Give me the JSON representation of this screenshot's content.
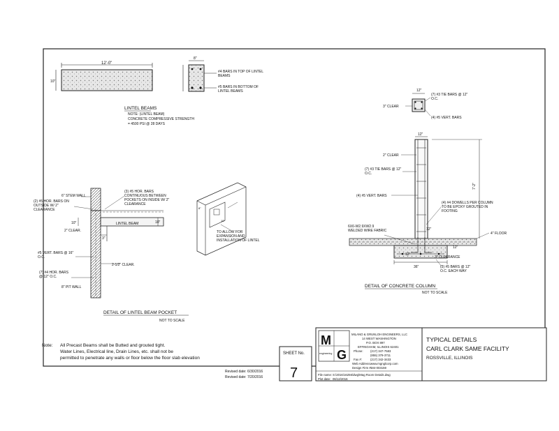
{
  "lintel": {
    "length": "12'-0\"",
    "height": "10\"",
    "width": "8\"",
    "bars_top": "#4 BARS IN TOP OF LINTEL BEAMS",
    "bars_bottom": "#5 BARS IN BOTTOM OF LINTEL BEAMS",
    "title": "LINTEL BEAMS",
    "note_1": "NOTE: (LINTEL BEAM)",
    "note_2": "CONCRETE COMPRESSIVE STRENGTH",
    "note_3": "= 4500 PSI @ 28 DAYS"
  },
  "pocket": {
    "stem_wall": "6\" STEM WALL",
    "hor_bars_left": "(2) #5 HOR. BARS ON OUTSIDE W/ 2\" CLEARANCE",
    "hor_bars_right": "(3) #5 HOR. BARS CONTINUOUS BETWEEN POCKETS ON INSIDE W/ 2\" CLEARANCE",
    "clear": "2\" CLEAR.",
    "lintel_beam": "LINTEL BEAM",
    "vert_bars": "#5 VERT. BARS @ 16\" O.C.",
    "clear_2": "2-1/2\" CLEAR.",
    "hor_bars_bottom": "(7) #4 HOR. BARS @ 12\" O.C.",
    "pit_wall": "8\" PIT WALL",
    "dim_10": "10\"",
    "dim_3": "3\"",
    "dim_10b": "10\"",
    "title": "DETAIL OF LINTEL BEAM POCKET",
    "subtitle": "NOT TO SCALE"
  },
  "iso": {
    "note": "TO ALLOW FOR EXPANSION AND INSTALLATION OF LINTEL"
  },
  "column": {
    "dim_top": "12\"",
    "tie_bars_top": "(7) #3 TIE BARS @ 12\" O.C.",
    "clear_top": "3\" CLEAR",
    "vert_bars_top": "(4) #5 VERT. BARS",
    "dim_col": "12\"",
    "clear_2": "2\" CLEAR",
    "tie_bars": "(7) #3 TIE BARS @ 12\" O.C.",
    "vert_bars": "(4) #5 VERT. BARS",
    "height": "7'-2\"",
    "dowels": "(4) #4 DOWELLS PER COLUMN TO BE EPOXY GROUTED IN FOOTING",
    "floor": "4\" FLOOR",
    "wire": "6X6-W2.9XW2.9 WELDED WIRE FABRIC",
    "dim_12a": "12\"",
    "dim_12b": "12\"",
    "dim_12c": "12\"",
    "dim_36": "36\"",
    "clearance": "3\" CLEARANCE",
    "bars_each": "(3) #5 BARS @ 12\" O.C. EACH WAY",
    "title": "DETAIL OF CONCRETE COLUMN",
    "subtitle": "NOT TO SCALE"
  },
  "notes": {
    "label": "Note:",
    "line1": "All Precast Beams shall be Butted and grouted tight.",
    "line2": "Water Lines, Electrical line, Drain Lines, etc. shall not be",
    "line3": "permitted to penetrate any walls or floor below the floor slab elevation",
    "revised_1": "Revised date: 6/30/2016",
    "revised_2": "Revised date: 7/20/2016"
  },
  "sheet": {
    "label": "SHEET No.",
    "number": "7"
  },
  "firm": {
    "logo_m": "M",
    "logo_g": "G",
    "logo_mid": "engineering",
    "name": "MILANO & GRUNLOH ENGINEERS, LLC",
    "addr1": "14 WEST WASHINGTON",
    "addr2": "P.O. BOX 897",
    "addr3": "EFFINGHAM, ILLINOIS 62401",
    "phone_label": "Phone:",
    "phone": "(217) 347-7583",
    "phone2": "(855) 379-3711",
    "fax_label": "Fax #:",
    "fax": "(217) 342-3433",
    "web_label": "Web Address:",
    "web": "www.mgnglcorp.com",
    "design_label": "Design Firm #:",
    "design": "184-003159",
    "file_label": "File name:",
    "file": "S:\\2016\\16256\\dwg\\Mag Room Details.dwg",
    "plot_label": "Plot date:",
    "plot": "06/12/2016"
  },
  "project": {
    "line1": "TYPICAL DETAILS",
    "line2": "CARL CLARK SAME FACILITY",
    "line3": "ROSSVILLE, ILLINOIS"
  }
}
